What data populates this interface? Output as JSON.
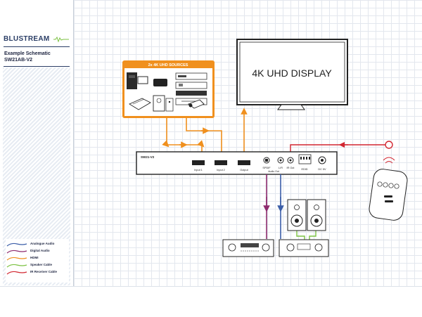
{
  "brand": {
    "logo_text": "BLUSTREAM"
  },
  "title": {
    "line1": "Example Schematic",
    "line2": "SW21AB-V2"
  },
  "sources_panel": {
    "title": "2x 4K UHD SOURCES"
  },
  "display": {
    "label": "4K UHD DISPLAY"
  },
  "switcher": {
    "model": "SW21-V2",
    "ports": {
      "input1": "Input 1",
      "input2": "Input 2",
      "output": "Output",
      "spdif": "SPDIF",
      "lr": "L/R",
      "ir_out": "IR Out",
      "audio_out": "Audio Out",
      "edid": "EDID",
      "dc": "DC 5V"
    }
  },
  "legend": [
    {
      "label": "Analogue Audio",
      "color": "#3b5ea8"
    },
    {
      "label": "Digital Audio",
      "color": "#8e2b6e"
    },
    {
      "label": "HDMI",
      "color": "#f0901e"
    },
    {
      "label": "Speaker Cable",
      "color": "#7cc242"
    },
    {
      "label": "IR Receiver Cable",
      "color": "#d22630"
    }
  ],
  "colors": {
    "hdmi": "#f0901e",
    "digital_audio": "#8e2b6e",
    "analogue_audio": "#3b5ea8",
    "speaker": "#7cc242",
    "ir": "#d22630",
    "navy": "#2b3e66"
  },
  "icons": [
    "remote-control-icon",
    "ir-signal-icon",
    "speaker-icon",
    "av-receiver-icon",
    "amplifier-icon",
    "game-console-icon",
    "set-top-box-icon",
    "pc-tower-icon"
  ]
}
